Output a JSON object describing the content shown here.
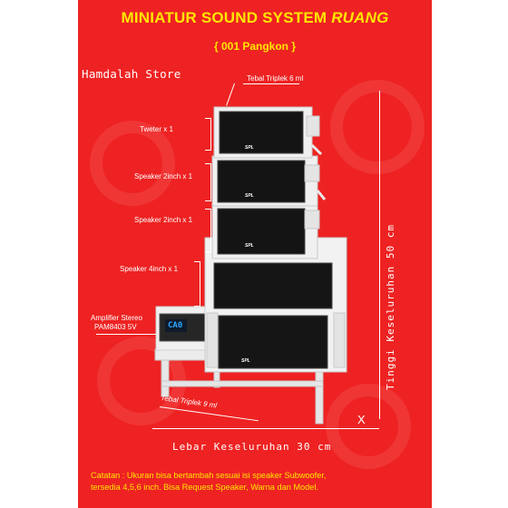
{
  "title_main": "MINIATUR SOUND SYSTEM",
  "title_italic": "RUANG",
  "subtitle": "{ 001 Pangkon }",
  "store_name": "Hamdalah Store",
  "labels": {
    "tebal_triplek_top": "Tebal Triplek 6 ml",
    "tweeter": "Tweter x 1",
    "speaker_2inch_a": "Speaker 2inch x 1",
    "speaker_2inch_b": "Speaker 2inch x 1",
    "speaker_4inch": "Speaker 4inch x 1",
    "amplifier_line1": "Amplifier Stereo",
    "amplifier_line2": "PAM8403  5V",
    "tebal_triplek_bottom": "Tebal Triplek 9 ml"
  },
  "speaker_logo": "SPL",
  "amp_display": "CA0",
  "dimension_height": "Tinggi Keseluruhan 50 cm",
  "dimension_width": "Lebar Keseluruhan 30 cm",
  "axis_mark": "X",
  "note_line1": "Catatan : Ukuran bisa bertambah sesuai isi speaker Subwoofer,",
  "note_line2": "tersedia 4,5,6 inch. Bisa Request Speaker, Warna dan Model.",
  "colors": {
    "background": "#ee2222",
    "accent": "#ffe600",
    "text": "#ffffff"
  }
}
